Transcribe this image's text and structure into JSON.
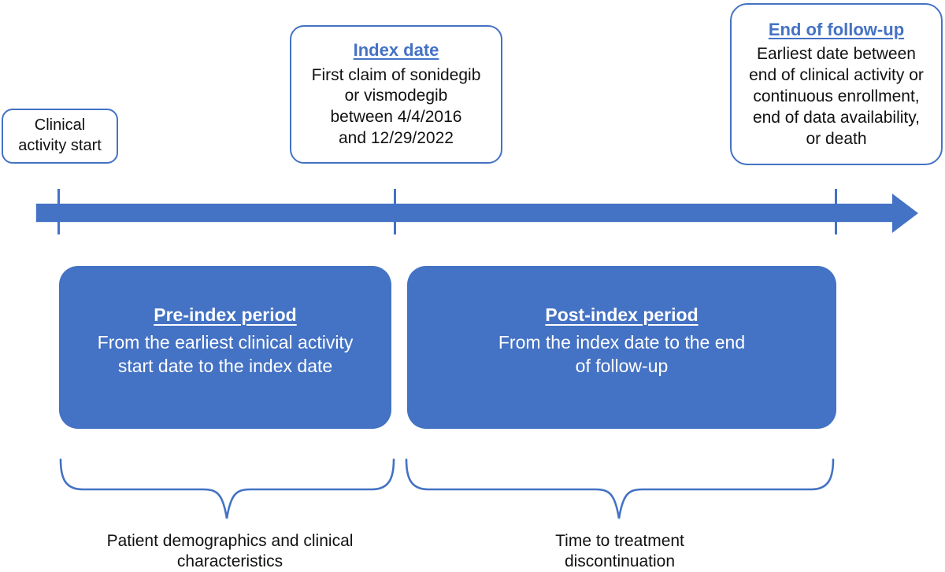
{
  "colors": {
    "accent": "#4472C4",
    "period_fill": "#4472C4",
    "outline_border": "#4472C4",
    "title_text": "#4472C4",
    "body_text": "#111111",
    "period_text": "#FFFFFF"
  },
  "events": [
    {
      "id": "clinical-activity-start",
      "label": "Clinical\nactivity start"
    },
    {
      "id": "index-date",
      "title": "Index date",
      "body": "First claim of sonidegib\nor vismodegib\nbetween 4/4/2016\nand 12/29/2022"
    },
    {
      "id": "end-of-follow-up",
      "title": "End of follow-up",
      "body": "Earliest date between\nend of clinical activity or\ncontinuous enrollment,\nend of data availability,\nor death"
    }
  ],
  "periods": [
    {
      "id": "pre-index",
      "title": "Pre-index period",
      "body": "From the earliest clinical activity\nstart date to the index date",
      "annotation": "Patient demographics and clinical\ncharacteristics"
    },
    {
      "id": "post-index",
      "title": "Post-index period",
      "body": "From the index date to the end\nof follow-up",
      "annotation": "Time to treatment\ndiscontinuation"
    }
  ]
}
